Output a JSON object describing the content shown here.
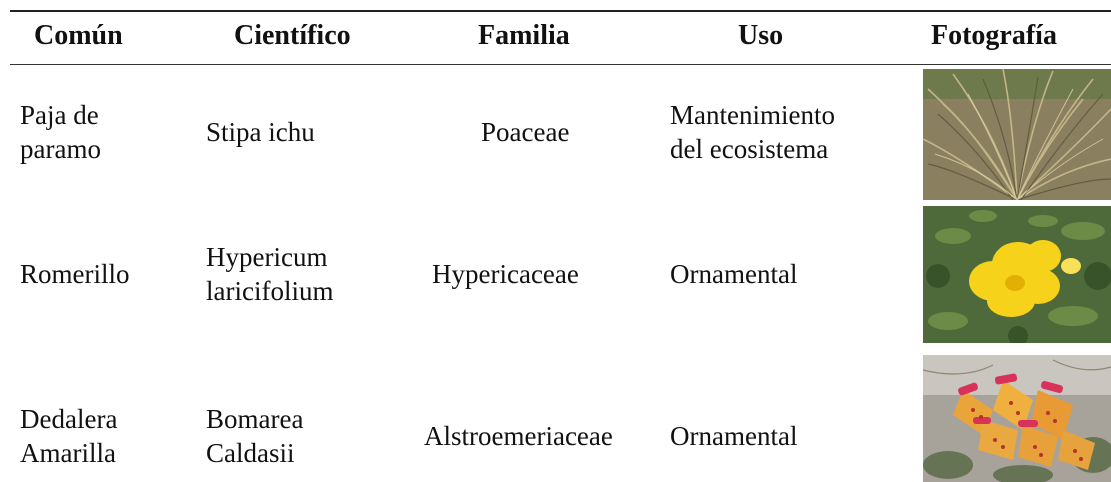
{
  "table": {
    "headers": {
      "common": "Común",
      "scientific": "Científico",
      "family": "Familia",
      "use": "Uso",
      "photo": "Fotografía"
    },
    "rows": [
      {
        "common": [
          "Paja de",
          "paramo"
        ],
        "scientific": [
          "Stipa ichu"
        ],
        "family": "Poaceae",
        "use": [
          "Mantenimiento",
          "del ecosistema"
        ],
        "photo_icon": "grass-photo"
      },
      {
        "common": [
          "Romerillo"
        ],
        "scientific": [
          "Hypericum",
          "laricifolium"
        ],
        "family": "Hypericaceae",
        "use": [
          "Ornamental"
        ],
        "photo_icon": "yellow-flower-photo"
      },
      {
        "common": [
          "Dedalera",
          "Amarilla"
        ],
        "scientific": [
          "Bomarea",
          "Caldasii"
        ],
        "family": "Alstroemeriaceae",
        "use": [
          "Ornamental"
        ],
        "photo_icon": "orange-flower-photo"
      }
    ]
  }
}
